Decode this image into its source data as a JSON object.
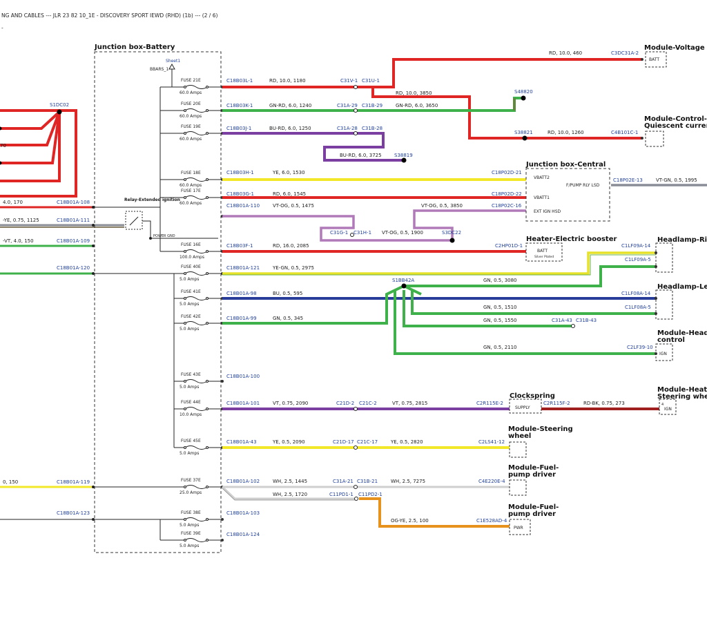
{
  "header": {
    "title": "NG AND CABLES --- JLR 23 82 10_1E - DISCOVERY SPORT IEWD (RHD) (1b) --- (2 / 6)",
    "dash": "-"
  },
  "junction_battery": {
    "title": "Junction box-Battery",
    "sheet_ref": "Sheet1",
    "bbars": "BBARS_1",
    "relay_label": "Relay-Extended ignition",
    "power_gnd": "POWER GND",
    "fuses": [
      {
        "name": "FUSE 21E",
        "amps": "60.0 Amps"
      },
      {
        "name": "FUSE 20E",
        "amps": "60.0 Amps"
      },
      {
        "name": "FUSE 19E",
        "amps": "60.0 Amps"
      },
      {
        "name": "FUSE 18E",
        "amps": "60.0 Amps"
      },
      {
        "name": "FUSE 17E",
        "amps": "60.0 Amps"
      },
      {
        "name": "FUSE 16E",
        "amps": "100.0 Amps"
      },
      {
        "name": "FUSE 40E",
        "amps": "5.0 Amps"
      },
      {
        "name": "FUSE 41E",
        "amps": "5.0 Amps"
      },
      {
        "name": "FUSE 42E",
        "amps": "5.0 Amps"
      },
      {
        "name": "FUSE 43E",
        "amps": "5.0 Amps"
      },
      {
        "name": "FUSE 44E",
        "amps": "10.0 Amps"
      },
      {
        "name": "FUSE 45E",
        "amps": "5.0 Amps"
      },
      {
        "name": "FUSE 37E",
        "amps": "25.0 Amps"
      },
      {
        "name": "FUSE 38E",
        "amps": "5.0 Amps"
      },
      {
        "name": "FUSE 39E",
        "amps": "5.0 Amps"
      }
    ]
  },
  "left_wires": {
    "splice": "S1DC02",
    "w1_spec": "4.0, 170",
    "w1_conn": "C18B01A-108",
    "w2_spec": "-YE, 0.75, 1125",
    "w2_conn": "C18B01A-111",
    "w3_spec": "-VT, 4.0, 150",
    "w3_conn": "C18B01A-109",
    "w4_conn": "C18B01A-120",
    "w5_spec": "0, 150",
    "w5_conn": "C18B01A-119",
    "w6_conn": "C18B01A-123",
    "red_label": "70"
  },
  "wires": {
    "voltage_spec": "RD, 10.0, 460",
    "voltage_conn": "C3DC31A-2",
    "f21_conn": "C18B03L-1",
    "f21_spec": "RD, 10.0, 1180",
    "f21_inline_a": "C31V-1",
    "f21_inline_b": "C31U-1",
    "f21_branch_spec": "RD, 10.0, 3850",
    "f21_splice": "S38821",
    "quiescent_spec": "RD, 10.0, 1260",
    "quiescent_conn": "C4B101C-1",
    "f20_conn": "C18B03K-1",
    "f20_spec": "GN-RD, 6.0, 1240",
    "f20_inline_a": "C31A-29",
    "f20_inline_b": "C31B-29",
    "f20_spec2": "GN-RD, 6.0, 3650",
    "f20_splice": "S48820",
    "f19_conn": "C18B03J-1",
    "f19_spec": "BU-RD, 6.0, 1250",
    "f19_inline_a": "C31A-28",
    "f19_inline_b": "C31B-28",
    "f19_spec2": "BU-RD, 6.0, 3725",
    "f19_splice": "S38819",
    "f18_conn": "C18B03H-1",
    "f18_spec": "YE, 6.0, 1530",
    "f18_end": "C18P02D-21",
    "f17_conn": "C18B03G-1",
    "f17_spec": "RD, 6.0, 1545",
    "f17_end": "C18P02D-22",
    "ign_conn": "C18B01A-110",
    "ign_spec": "VT-OG, 0.5, 1475",
    "ign_spec2": "VT-OG, 0.5, 3850",
    "ign_end": "C18P02C-16",
    "ign_inline_a": "C31G-1",
    "ign_inline_b": "C31H-1",
    "ign_spec3": "VT-OG, 0.5, 1900",
    "ign_splice": "S3DC22",
    "central_out_conn": "C18P02E-13",
    "central_out_spec": "VT-GN, 0.5, 1995",
    "f16_conn": "C18B03F-1",
    "f16_spec": "RD, 16.0, 2085",
    "f16_end": "C2HP01D-1",
    "f40_conn": "C18B01A-121",
    "f40_spec": "YE-GN, 0.5, 2975",
    "hl_right_conn_a": "C1LF09A-14",
    "hl_right_conn_b": "C1LF09A-5",
    "f41_conn": "C18B01A-98",
    "f41_spec": "BU, 0.5, 595",
    "splice_gn": "S1BB42A",
    "gn_spec1": "GN, 0.5, 3080",
    "hl_left_conn_a": "C1LF08A-14",
    "gn_spec2": "GN, 0.5, 1510",
    "hl_left_conn_b": "C1LF08A-5",
    "f42_conn": "C18B01A-99",
    "f42_spec": "GN, 0.5, 345",
    "gn_spec3": "GN, 0.5, 1550",
    "gn_inline_a": "C31A-43",
    "gn_inline_b": "C31B-43",
    "gn_spec4": "GN, 0.5, 2110",
    "hl_ctrl_conn": "C2LF39-10",
    "f43_conn": "C18B01A-100",
    "f44_conn": "C18B01A-101",
    "f44_spec": "VT, 0.75, 2090",
    "f44_inline_a": "C21D-2",
    "f44_inline_b": "C21C-2",
    "f44_spec2": "VT, 0.75, 2815",
    "f44_end": "C2R115E-2",
    "clock_out": "C2R115F-2",
    "sw_spec": "RD-BK, 0.75, 273",
    "f45_conn": "C18B01A-43",
    "f45_spec": "YE, 0.5, 2090",
    "f45_inline_a": "C21D-17",
    "f45_inline_b": "C21C-17",
    "f45_spec2": "YE, 0.5, 2820",
    "f45_end": "C2LS41-12",
    "f37_conn": "C18B01A-102",
    "f37_spec": "WH, 2.5, 1445",
    "f37_inline_a": "C31A-21",
    "f37_inline_b": "C31B-21",
    "f37_spec2": "WH, 2.5, 7275",
    "f37_end": "C4E220E-4",
    "f37_spec3": "WH, 2.5, 1720",
    "f37_inline_c": "C11PD1-1",
    "f37_inline_d": "C11PD2-1",
    "fuel_spec": "OG-YE, 2.5, 100",
    "fuel_end": "C1E528AD-4",
    "f38_conn": "C18B01A-103",
    "f39_conn": "C18B01A-124"
  },
  "modules": {
    "voltage": {
      "name": "Module-Voltage q",
      "pin": "BATT"
    },
    "quiescent": {
      "line1": "Module-Control-",
      "line2": "Quiescent current"
    },
    "central": {
      "title": "Junction box-Central",
      "pins": [
        "VBATT2",
        "VBATT1",
        "EXT IGN HSD"
      ],
      "relay": "F/PUMP RLY LSD"
    },
    "heater_booster": {
      "title": "Heater-Electric booster",
      "pin": "BATT",
      "sub": "Silver Plated"
    },
    "headlamp_right": {
      "title": "Headlamp-Rig"
    },
    "headlamp_left": {
      "title": "Headlamp-Lef"
    },
    "headlamp_ctrl": {
      "line1": "Module-Headl",
      "line2": "control",
      "pin": "IGN"
    },
    "clockspring": {
      "title": "Clockspring",
      "pin": "SUPPLY"
    },
    "heated_wheel": {
      "line1": "Module-Heate",
      "line2": "Steering whee",
      "pin": "IGN",
      "pin_no": "4"
    },
    "steering_wheel": {
      "line1": "Module-Steering",
      "line2": "wheel"
    },
    "fuel_pump1": {
      "line1": "Module-Fuel-",
      "line2": "pump driver"
    },
    "fuel_pump2": {
      "line1": "Module-Fuel-",
      "line2": "pump driver",
      "pin": "PWR"
    }
  },
  "colors": {
    "red": "#e02525",
    "green": "#3fb14a",
    "purple": "#7a3fa0",
    "yellow": "#f2e829",
    "blue": "#283c9a",
    "gray": "#8a8d96",
    "olive": "#5f8a3c",
    "orange": "#e8921e",
    "white_wire": "#c9c9c9",
    "dark_red": "#a02020",
    "violet_og": "#b07ab8",
    "connector_text": "#1f3f9a"
  }
}
